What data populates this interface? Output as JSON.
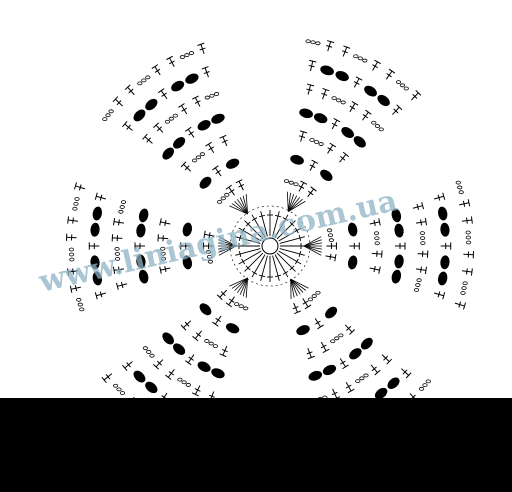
{
  "diagram": {
    "description_free": true,
    "center_ring_stitch": "chain",
    "wedges": [
      {
        "id": "top-left",
        "symbols": [
          "oval-cluster",
          "chain-dot",
          "double-crochet",
          "treble"
        ]
      },
      {
        "id": "top-right",
        "symbols": [
          "oval-cluster",
          "chain-dot",
          "double-crochet",
          "treble"
        ]
      },
      {
        "id": "left",
        "symbols": [
          "oval-cluster",
          "chain-dot",
          "double-crochet"
        ]
      },
      {
        "id": "right",
        "symbols": [
          "oval-cluster",
          "chain-dot",
          "double-crochet"
        ]
      },
      {
        "id": "bottom-left",
        "symbols": [
          "oval-cluster",
          "chain-dot",
          "double-crochet",
          "treble"
        ]
      },
      {
        "id": "bottom-right",
        "symbols": [
          "oval-cluster",
          "chain-dot",
          "double-crochet",
          "treble"
        ]
      }
    ]
  },
  "watermark": {
    "text": "www.liniagina.com.ua",
    "color": "#8fb3c4"
  },
  "colors": {
    "ink": "#000000",
    "paper": "#ffffff",
    "bar": "#000000"
  }
}
